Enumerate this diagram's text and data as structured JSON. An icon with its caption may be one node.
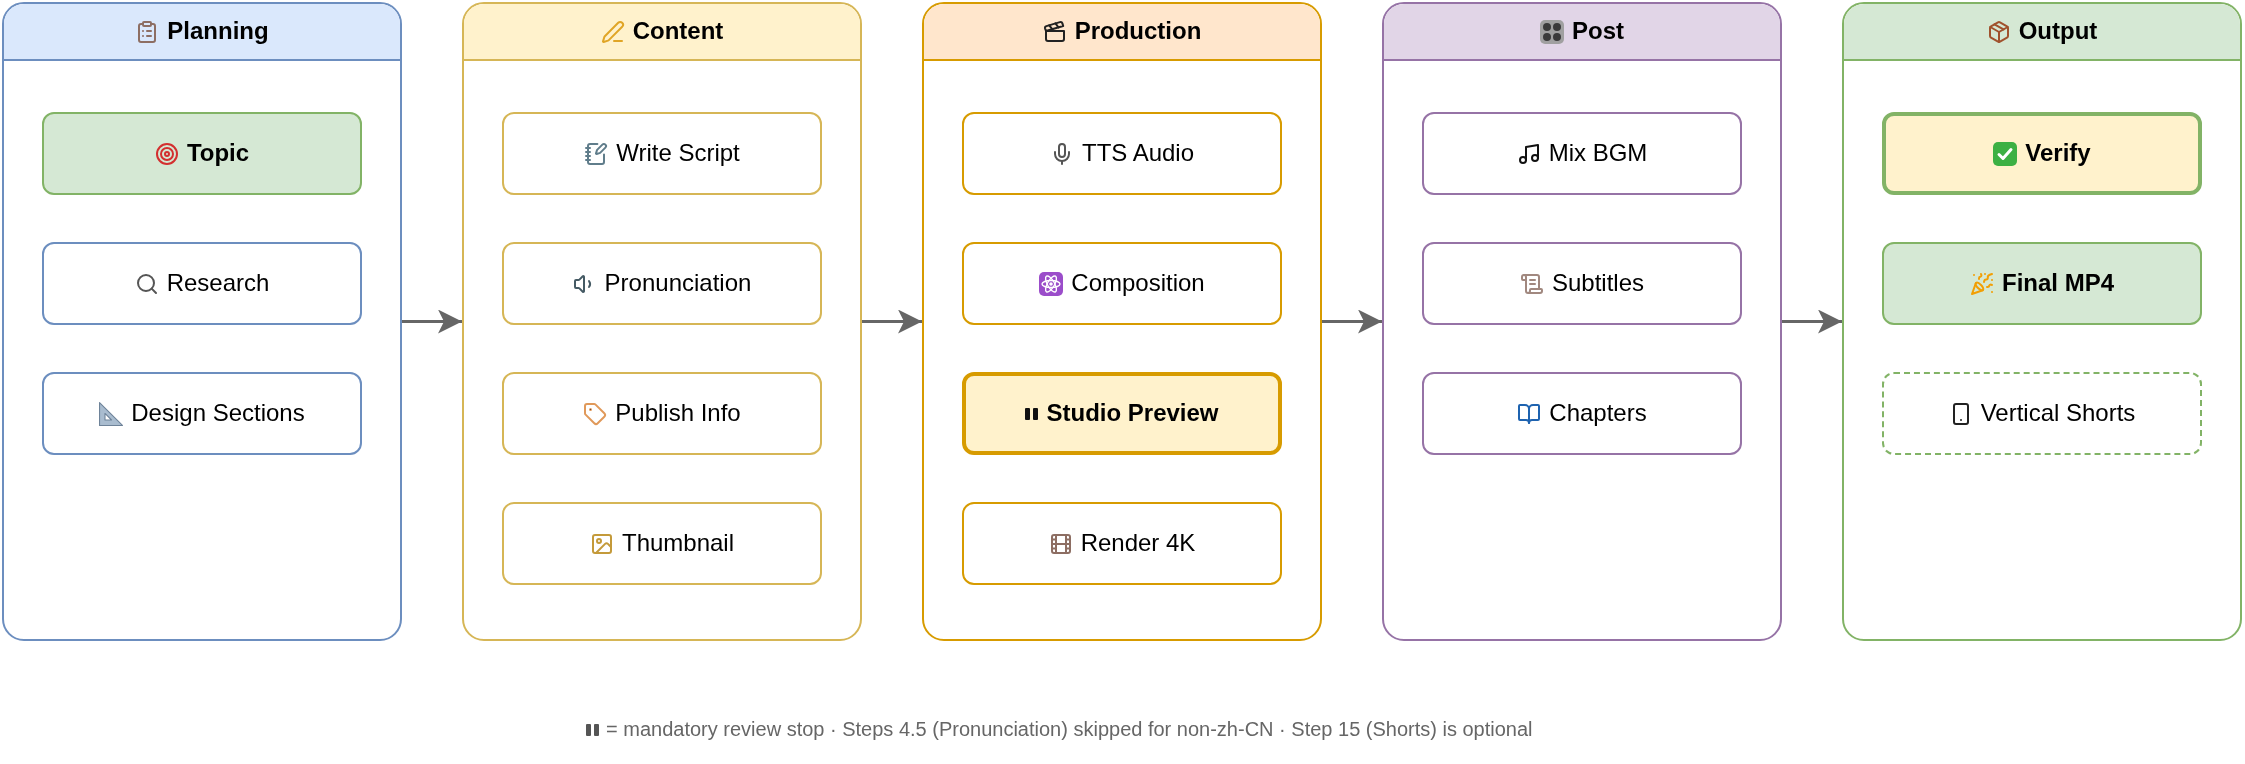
{
  "diagram": {
    "nodes": [
      {
        "text": [
          "Planning"
        ]
      },
      {
        "text": [
          "Topic"
        ],
        "in": 0
      },
      {
        "text": [
          "Research"
        ],
        "in": 0
      },
      {
        "text": [
          "Design Sections"
        ],
        "in": 0
      },
      {
        "text": [
          "Content"
        ]
      },
      {
        "text": [
          "Write Script"
        ],
        "in": 4
      },
      {
        "text": [
          "Pronunciation"
        ],
        "in": 4
      },
      {
        "text": [
          "Publish Info"
        ],
        "in": 4
      },
      {
        "text": [
          "Thumbnail"
        ],
        "in": 4
      },
      {
        "text": [
          "Production"
        ]
      },
      {
        "text": [
          "TTS Audio"
        ],
        "in": 9
      },
      {
        "text": [
          "Composition"
        ],
        "in": 9
      },
      {
        "text": [
          "Studio Preview"
        ],
        "in": 9
      },
      {
        "text": [
          "Render 4K"
        ],
        "in": 9
      },
      {
        "text": [
          "Post"
        ]
      },
      {
        "text": [
          "Mix BGM"
        ],
        "in": 14
      },
      {
        "text": [
          "Subtitles"
        ],
        "in": 14
      },
      {
        "text": [
          "Chapters"
        ],
        "in": 14
      },
      {
        "text": [
          "Output"
        ]
      },
      {
        "text": [
          "Verify"
        ],
        "in": 18
      },
      {
        "text": [
          "Final MP4"
        ],
        "in": 18
      },
      {
        "text": [
          "Vertical Shorts"
        ],
        "in": 18
      }
    ],
    "edges": [
      {
        "from": 0,
        "to": 4,
        "arrow": "to"
      },
      {
        "from": 4,
        "to": 9,
        "arrow": "to"
      },
      {
        "from": 9,
        "to": 14,
        "arrow": "to"
      },
      {
        "from": 14,
        "to": 18,
        "arrow": "to"
      }
    ],
    "caption": "= mandatory review stop · Steps 4.5 (Pronunciation) skipped for non-zh-CN · Step 15 (Shorts) is optional"
  }
}
